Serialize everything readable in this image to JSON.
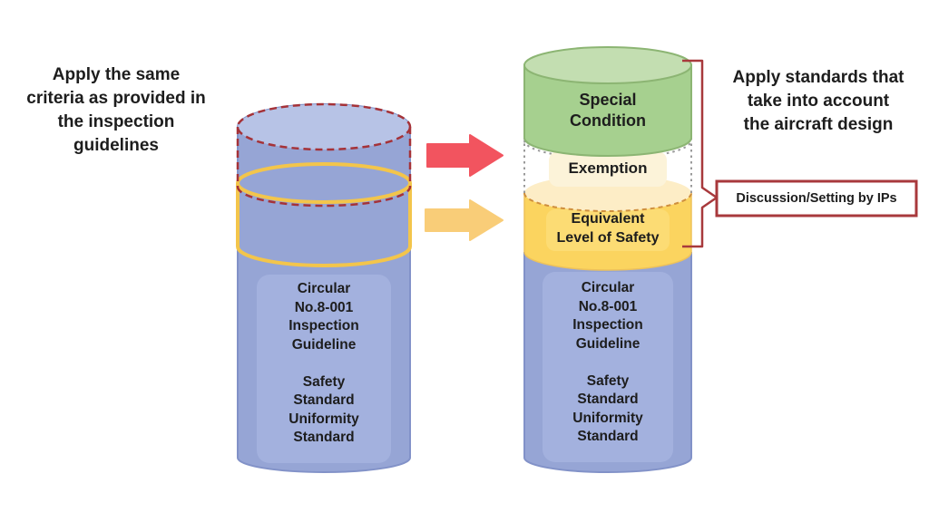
{
  "diagram": {
    "left_caption": "Apply the same\ncriteria as provided in\nthe inspection\nguidelines",
    "right_caption": "Apply standards that\ntake into account\nthe aircraft design",
    "left_cylinder": {
      "body_text": "Circular\nNo.8-001\nInspection\nGuideline\n\nSafety\nStandard\nUniformity\nStandard"
    },
    "right_cylinder": {
      "special_condition_label": "Special\nCondition",
      "exemption_label": "Exemption",
      "equivalent_level_label": "Equivalent\nLevel of Safety",
      "body_text": "Circular\nNo.8-001\nInspection\nGuideline\n\nSafety\nStandard\nUniformity\nStandard"
    },
    "discussion_box_label": "Discussion/Setting by IPs",
    "colors": {
      "blue_body": "#96a5d5",
      "blue_cap": "#b7c3e6",
      "blue_inner_panel": "#a3b1de",
      "green_body": "#a6d08f",
      "green_cap": "#c3deb1",
      "yellow_body": "#fbd45f",
      "cream_cap": "#fdedc6",
      "exemption_chip": "#fcf3d9",
      "red_arrow": "#f2545f",
      "yellow_arrow": "#f9cd78",
      "dashed_red_outline": "#a53238",
      "yellow_outline": "#f3c54b",
      "bracket_red": "#a8393c",
      "text": "#1d1d1d"
    }
  }
}
